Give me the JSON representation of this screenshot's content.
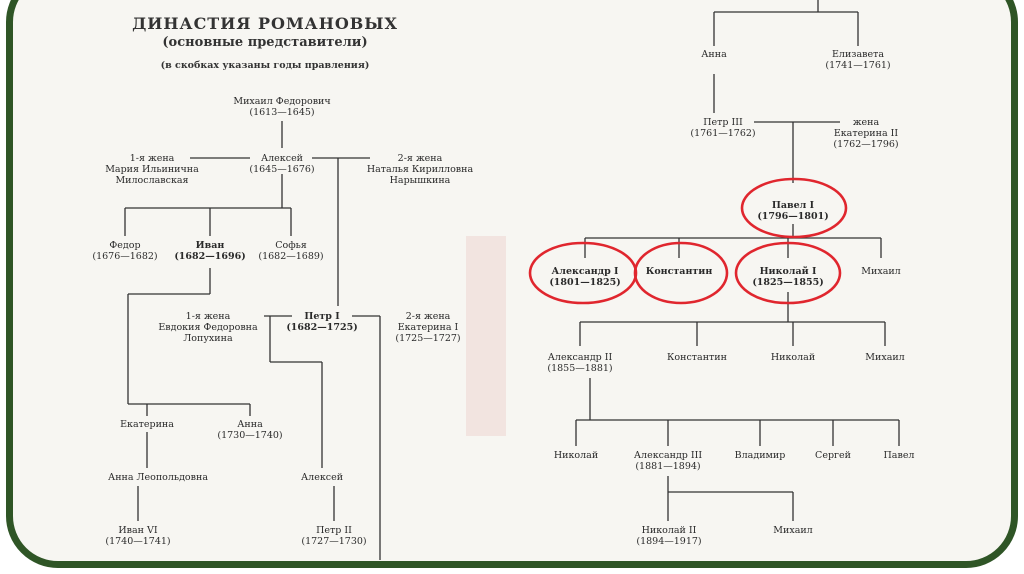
{
  "title": "ДИНАСТИЯ РОМАНОВЫХ",
  "subtitle": "(основные представители)",
  "note": "(в скобках указаны годы правления)",
  "colors": {
    "frame": "#2f5526",
    "highlight": "#e0262e",
    "line": "#333333"
  },
  "persons": {
    "mikhail": [
      "Михаил Федорович",
      "(1613—1645)"
    ],
    "wife1_alexei": [
      "1-я жена",
      "Мария Ильинична",
      "Милославская"
    ],
    "alexei": [
      "Алексей",
      "(1645—1676)"
    ],
    "wife2_alexei": [
      "2-я жена",
      "Наталья Кирилловна",
      "Нарышкина"
    ],
    "fedor": [
      "Федор",
      "(1676—1682)"
    ],
    "ivan": [
      "Иван",
      "(1682—1696)"
    ],
    "sofia": [
      "Софья",
      "(1682—1689)"
    ],
    "wife1_peter": [
      "1-я жена",
      "Евдокия Федоровна",
      "Лопухина"
    ],
    "peter1": [
      "Петр I",
      "(1682—1725)"
    ],
    "wife2_peter": [
      "2-я жена",
      "Екатерина I",
      "(1725—1727)"
    ],
    "ekaterina": [
      "Екатерина"
    ],
    "anna_ivanovna": [
      "Анна",
      "(1730—1740)"
    ],
    "anna_leopoldovna": [
      "Анна  Леопольдовна"
    ],
    "alexei_petrovich": [
      "Алексей"
    ],
    "ivan6": [
      "Иван VI",
      "(1740—1741)"
    ],
    "peter2": [
      "Петр II",
      "(1727—1730)"
    ],
    "anna_petrovna": [
      "Анна"
    ],
    "elizaveta": [
      "Елизавета",
      "(1741—1761)"
    ],
    "peter3": [
      "Петр III",
      "(1761—1762)"
    ],
    "ekaterina2": [
      "жена",
      "Екатерина II",
      "(1762—1796)"
    ],
    "pavel1": [
      "Павел I",
      "(1796—1801)"
    ],
    "alexander1": [
      "Александр I",
      "(1801—1825)"
    ],
    "konstantin1": [
      "Константин"
    ],
    "nikolai1": [
      "Николай I",
      "(1825—1855)"
    ],
    "mikhail_p": [
      "Михаил"
    ],
    "alexander2": [
      "Александр II",
      "(1855—1881)"
    ],
    "konstantin2": [
      "Константин"
    ],
    "nikolai_n": [
      "Николай"
    ],
    "mikhail_n": [
      "Михаил"
    ],
    "nikolai_a": [
      "Николай"
    ],
    "alexander3": [
      "Александр III",
      "(1881—1894)"
    ],
    "vladimir": [
      "Владимир"
    ],
    "sergei": [
      "Сергей"
    ],
    "pavel_a": [
      "Павел"
    ],
    "nikolai2": [
      "Николай II",
      "(1894—1917)"
    ],
    "mikhail_a3": [
      "Михаил"
    ]
  }
}
